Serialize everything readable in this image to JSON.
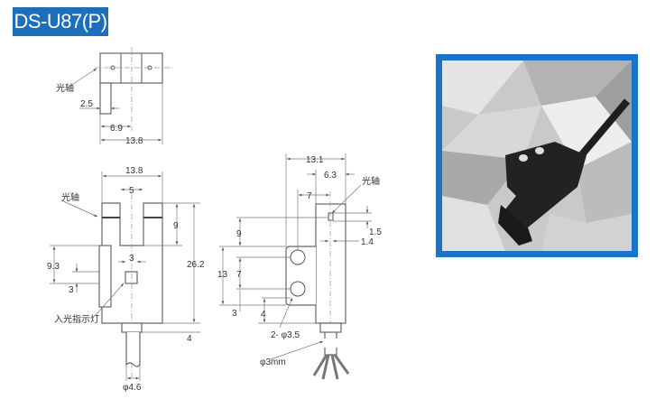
{
  "title": "DS-U87(P)",
  "labels": {
    "optical_axis": "光轴",
    "light_indicator": "入光指示灯",
    "holes": "2- φ3.5",
    "cable": "φ3mm",
    "cable_dia": "φ4.6"
  },
  "top_view": {
    "d1": "2.5",
    "d2": "6.9",
    "d3": "13.8"
  },
  "front_view": {
    "width": "13.8",
    "slot": "5",
    "slot_depth": "9",
    "height": "26.2",
    "stub": "4",
    "led_width": "3",
    "led_pos": "9.3",
    "led_h": "3"
  },
  "side_view": {
    "depth": "13.1",
    "body": "6.3",
    "hole_off": "7",
    "h9": "9",
    "h7": "7",
    "h13": "13",
    "h3": "3",
    "h4": "4",
    "a15": "1.5",
    "a14": "1.4"
  },
  "colors": {
    "accent": "#1b6fbb"
  }
}
